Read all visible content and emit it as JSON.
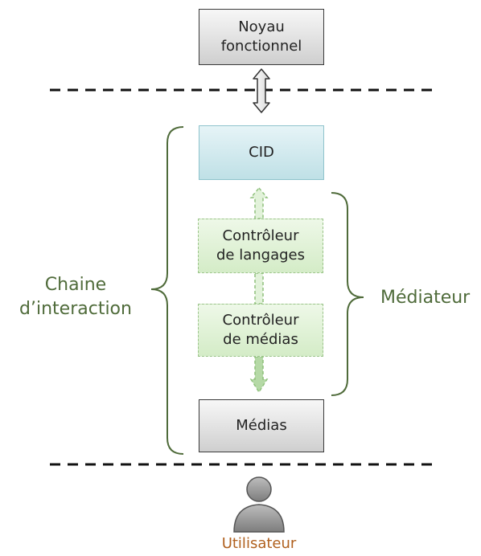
{
  "boxes": {
    "noyau": [
      "Noyau",
      "fonctionnel"
    ],
    "cid": "CID",
    "controleur_langages": [
      "Contrôleur",
      "de langages"
    ],
    "controleur_medias": [
      "Contrôleur",
      "de médias"
    ],
    "medias": "Médias"
  },
  "labels": {
    "chaine": [
      "Chaine",
      "d’interaction"
    ],
    "mediateur": "Médiateur",
    "utilisateur": "Utilisateur"
  },
  "colors": {
    "green_label": "#4f6b3a",
    "user_label": "#b0601e",
    "cid_fill": "#cde9ee",
    "green_fill": "#dcefd2"
  },
  "icons": [
    "user-icon"
  ]
}
